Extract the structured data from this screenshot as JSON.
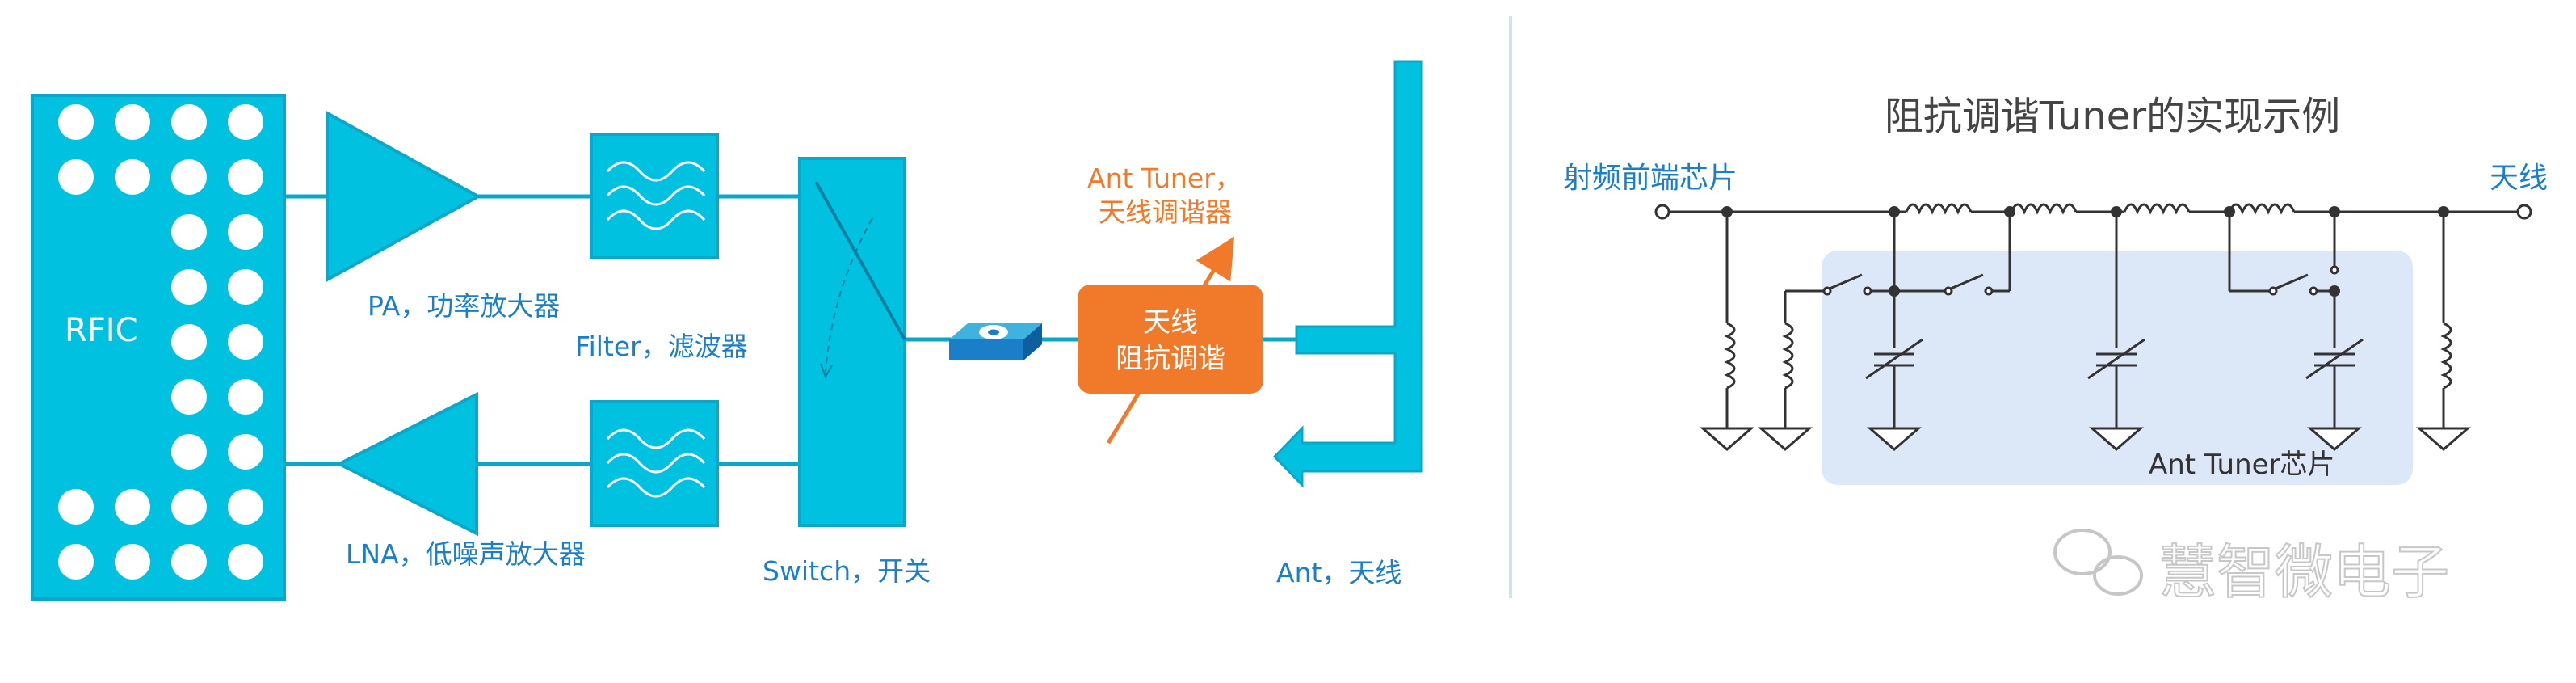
{
  "left_diagram": {
    "rfic_label": "RFIC",
    "pa_label": "PA，功率放大器",
    "filter_label": "Filter，滤波器",
    "lna_label": "LNA，低噪声放大器",
    "switch_label": "Switch，开关",
    "ant_tuner_label_line1": "Ant Tuner，",
    "ant_tuner_label_line2": "天线调谐器",
    "tuner_box_line1": "天线",
    "tuner_box_line2": "阻抗调谐",
    "ant_label": "Ant，天线"
  },
  "right_diagram": {
    "title": "阻抗调谐Tuner的实现示例",
    "rf_frontend_label": "射频前端芯片",
    "antenna_label": "天线",
    "chip_label": "Ant Tuner芯片"
  },
  "watermark": {
    "text": "慧智微电子"
  },
  "colors": {
    "cyan": "#00c2e0",
    "cyan_stroke": "#0aa7c8",
    "orange": "#f07a2a",
    "blue_text": "#1a7fc8",
    "panel_fill": "#dce8f8",
    "divider": "#cfe4f2",
    "circuit_stroke": "#333333"
  }
}
